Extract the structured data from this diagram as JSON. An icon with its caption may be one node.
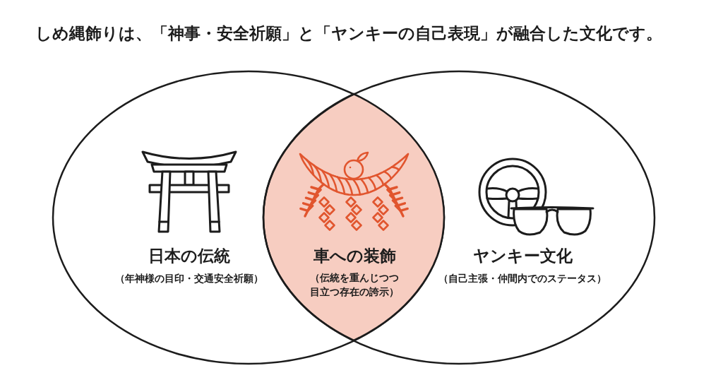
{
  "diagram": {
    "title": "しめ縄飾りは、「神事・安全祈願」と「ヤンキーの自己表現」が融合した文化です。",
    "nodes": [
      {
        "text": [
          "日本の伝統",
          "（年神様の目印・交通安全祈願）"
        ]
      },
      {
        "text": [
          "車への装飾",
          "（伝統を重んじつつ目立つ存在の誇示）"
        ]
      },
      {
        "text": [
          "ヤンキー文化",
          "（自己主張・仲間内でのステータス）"
        ]
      }
    ]
  }
}
